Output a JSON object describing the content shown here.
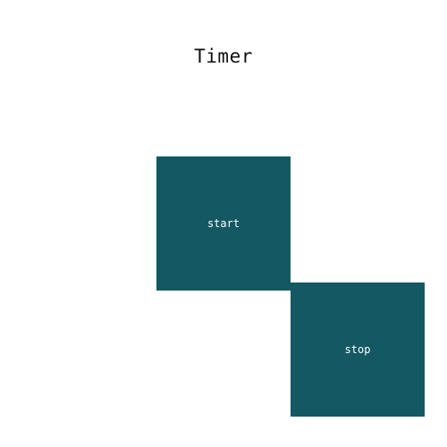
{
  "page": {
    "title": "Timer"
  },
  "controls": {
    "start_label": "start",
    "stop_label": "stop"
  },
  "colors": {
    "button_background": "#135862",
    "button_text": "#ffffff",
    "page_background": "#ffffff",
    "title_text": "#111111"
  }
}
